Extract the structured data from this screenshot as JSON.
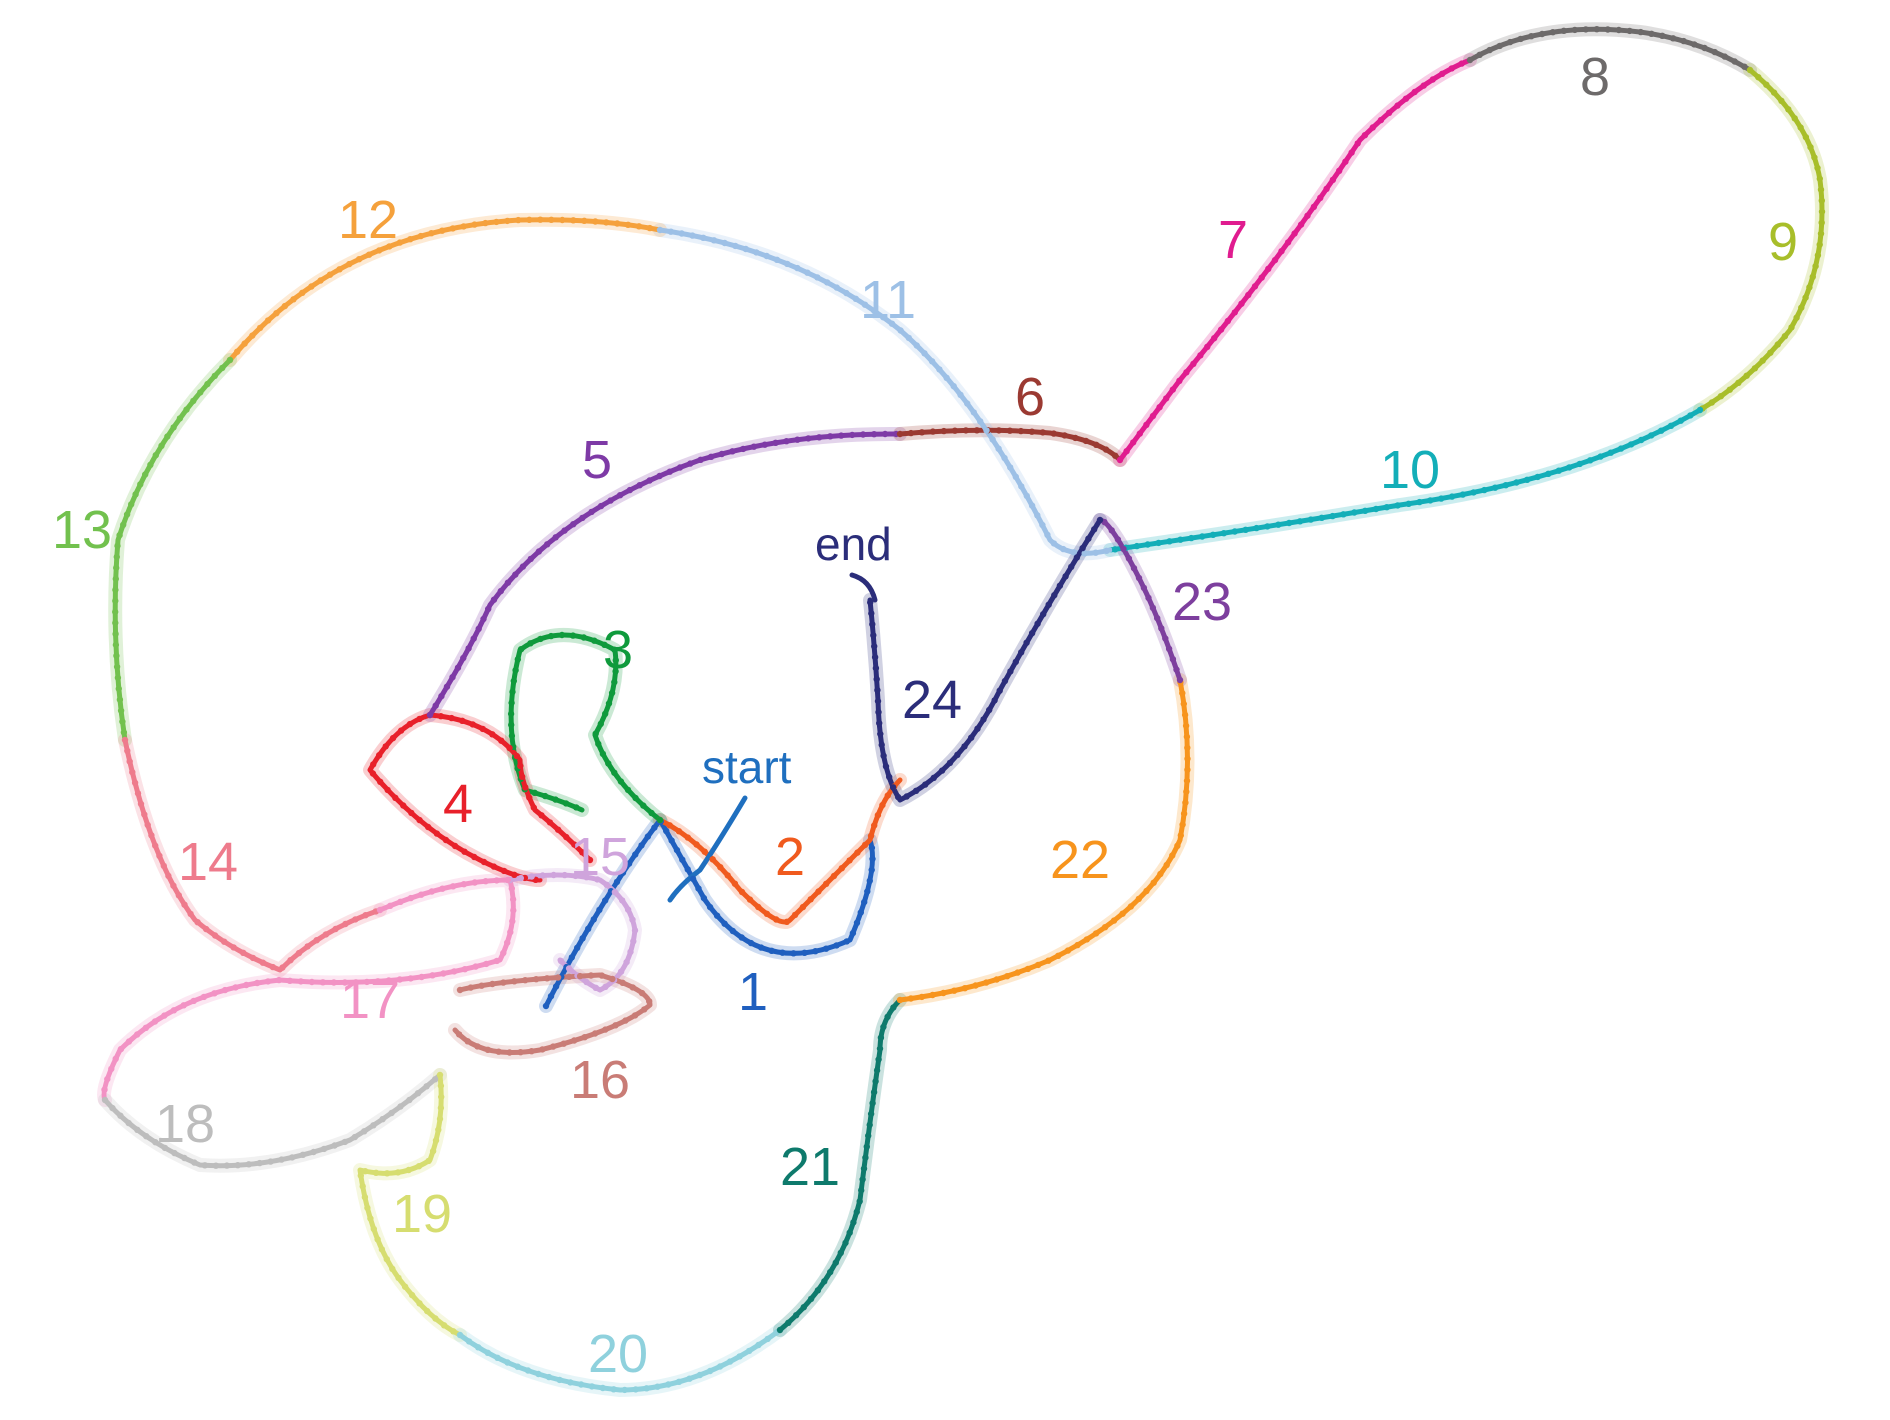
{
  "segments": [
    {
      "id": "s1",
      "label": "1",
      "color": "#1f5fbf"
    },
    {
      "id": "s2",
      "label": "2",
      "color": "#f05a1e"
    },
    {
      "id": "s3",
      "label": "3",
      "color": "#0f9a3c"
    },
    {
      "id": "s4",
      "label": "4",
      "color": "#e8202a"
    },
    {
      "id": "s5",
      "label": "5",
      "color": "#7e3aa6"
    },
    {
      "id": "s6",
      "label": "6",
      "color": "#9b3a32"
    },
    {
      "id": "s7",
      "label": "7",
      "color": "#e01c8f"
    },
    {
      "id": "s8",
      "label": "8",
      "color": "#6d6a6a"
    },
    {
      "id": "s9",
      "label": "9",
      "color": "#a8be2a"
    },
    {
      "id": "s10",
      "label": "10",
      "color": "#13aeb8"
    },
    {
      "id": "s11",
      "label": "11",
      "color": "#9dc0e6"
    },
    {
      "id": "s12",
      "label": "12",
      "color": "#f5a13c"
    },
    {
      "id": "s13",
      "label": "13",
      "color": "#72c14e"
    },
    {
      "id": "s14",
      "label": "14",
      "color": "#ee7b8c"
    },
    {
      "id": "s15",
      "label": "15",
      "color": "#cfa4dc"
    },
    {
      "id": "s16",
      "label": "16",
      "color": "#c97c76"
    },
    {
      "id": "s17",
      "label": "17",
      "color": "#f292c4"
    },
    {
      "id": "s18",
      "label": "18",
      "color": "#bdbdbd"
    },
    {
      "id": "s19",
      "label": "19",
      "color": "#d6dd70"
    },
    {
      "id": "s20",
      "label": "20",
      "color": "#8fd1dd"
    },
    {
      "id": "s21",
      "label": "21",
      "color": "#0e7a6c"
    },
    {
      "id": "s22",
      "label": "22",
      "color": "#f7941d"
    },
    {
      "id": "s23",
      "label": "23",
      "color": "#7d3f9e"
    },
    {
      "id": "s24",
      "label": "24",
      "color": "#2b2d7a"
    }
  ],
  "markers": {
    "start": {
      "label": "start",
      "color": "#1f6fbf"
    },
    "end": {
      "label": "end",
      "color": "#2b2d7a"
    }
  }
}
